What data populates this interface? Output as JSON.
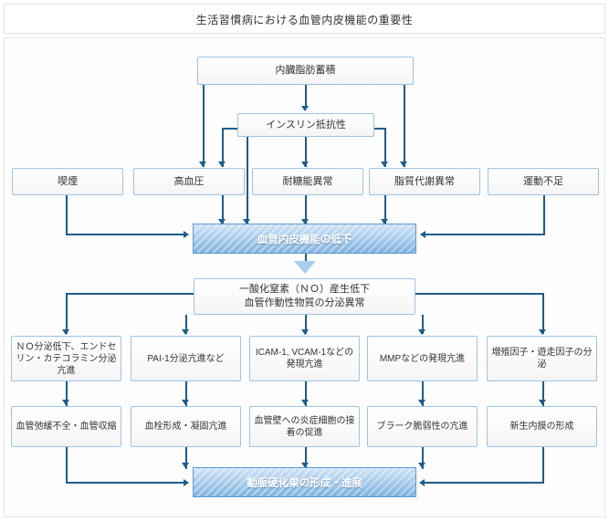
{
  "title": "生活習慣病における血管内皮機能の重要性",
  "colors": {
    "line": "#1f5c8b",
    "node_border": "#9dc3e6",
    "blue_box_border": "#5b9bd5",
    "blue_box_fill": "#7fb1de",
    "frame": "#e3e3e3",
    "text": "#333333"
  },
  "nodes": {
    "visceral_fat": "内臓脂肪蓄積",
    "insulin_resistance": "インスリン抵抗性",
    "risk_factors": [
      "喫煙",
      "高血圧",
      "耐糖能異常",
      "脂質代謝異常",
      "運動不足"
    ],
    "endothelial_dysfunction": "血管内皮機能の低下",
    "no_production": {
      "line1": "一酸化窒素（ＮＯ）産生低下",
      "line2": "血管作動性物質の分泌異常"
    },
    "mechanisms": [
      "ＮＯ分泌低下、エンドセリン・カテコラミン分泌亢進",
      "PAI-1分泌亢進など",
      "ICAM-1, VCAM-1などの発現亢進",
      "MMPなどの発現亢進",
      "増殖因子・遊走因子の分泌"
    ],
    "outcomes": [
      "血管弛緩不全・血管収縮",
      "血栓形成・凝固亢進",
      "血管壁への炎症細胞の接着の促進",
      "ブラーク脆弱性の亢進",
      "新生内膜の形成"
    ],
    "atherosclerosis": "動脈硬化巣の形成・進展"
  }
}
